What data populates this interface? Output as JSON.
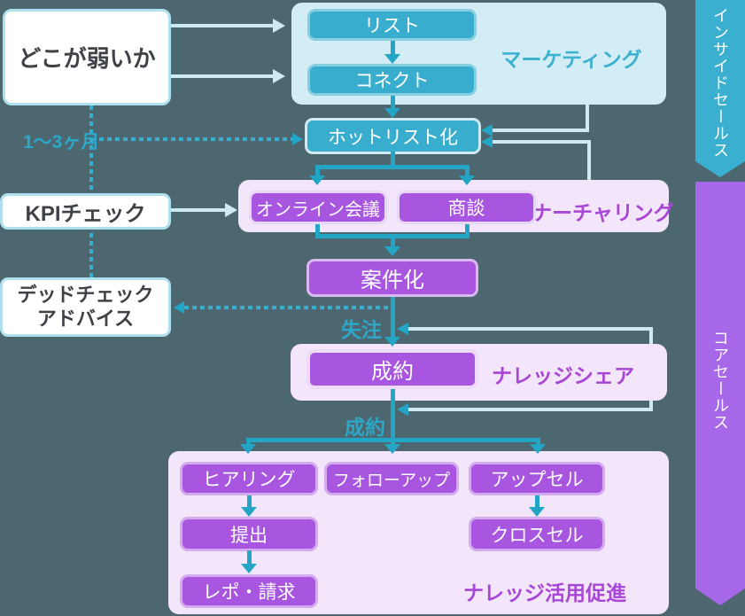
{
  "diagram": {
    "left_column": {
      "weak_point_box": "どこが弱いか",
      "kpi_check_box": "KPIチェック",
      "dead_check_box": {
        "line1": "デッドチェック",
        "line2": "アドバイス"
      }
    },
    "marketing": {
      "label": "マーケティング",
      "list_box": "リスト",
      "connect_box": "コネクト"
    },
    "hotlist_box": "ホットリスト化",
    "nurturing": {
      "label": "ナーチャリング",
      "online_meeting_box": "オンライン会議",
      "negotiation_box": "商談"
    },
    "deal_box": "案件化",
    "knowledge_share": {
      "label": "ナレッジシェア",
      "closing_box": "成約"
    },
    "knowledge_promotion": {
      "label": "ナレッジ活用促進",
      "hearing_box": "ヒアリング",
      "follow_up_box": "フォローアップ",
      "upsell_box": "アップセル",
      "submission_box": "提出",
      "cross_sell_box": "クロスセル",
      "report_invoice_box": "レポ・請求"
    },
    "flow_labels": {
      "period": "1〜3ヶ月",
      "lost": "失注",
      "won": "成約"
    },
    "ribbons": {
      "inside_sales": "インサイドセールス",
      "core_sales": "コアセールス"
    },
    "colors": {
      "background": "#4d6770",
      "teal_connector": "#23a5c6",
      "teal_box": "#38adcd",
      "pale_line": "#cfe9f3",
      "purple_box": "#a855e0",
      "container_blue": "#d3edf6",
      "container_lavender": "#f4e6fa",
      "ribbon_teal": "#3aafcf",
      "ribbon_purple": "#a767e9",
      "label_teal": "#3cb0cf",
      "label_purple": "#a846d6"
    }
  }
}
